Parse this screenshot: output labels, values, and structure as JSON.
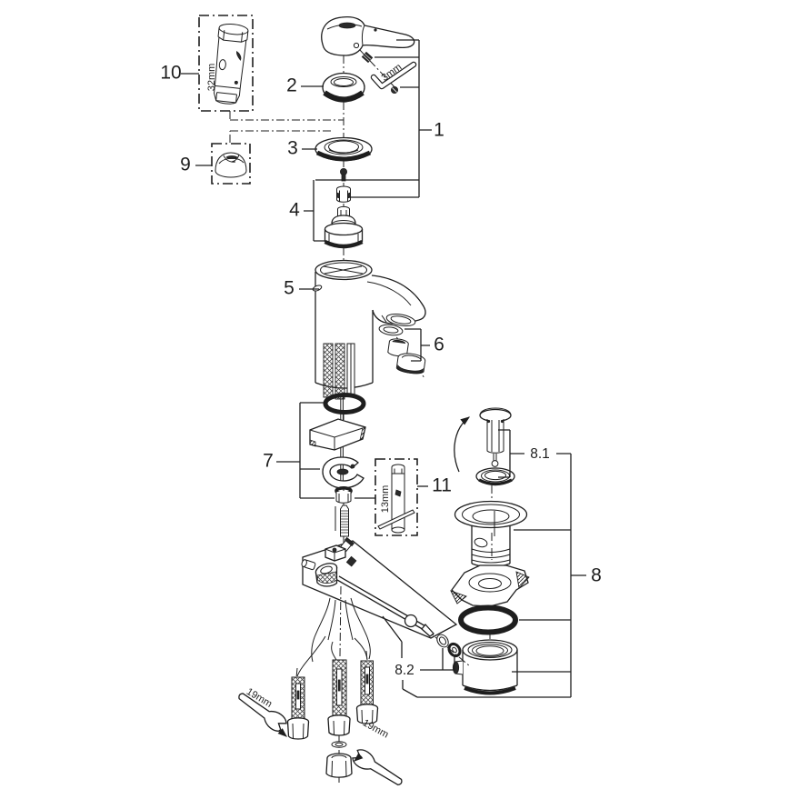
{
  "diagram": {
    "type": "exploded-parts-diagram",
    "subject": "single-lever basin mixer faucet with pop-up drain",
    "colors": {
      "line": "#1e1e1e",
      "background": "#ffffff"
    },
    "callouts": {
      "c1": "1",
      "c2": "2",
      "c3": "3",
      "c4": "4",
      "c5": "5",
      "c6": "6",
      "c7": "7",
      "c8": "8",
      "c8_1": "8.1",
      "c8_2": "8.2",
      "c9": "9",
      "c10": "10",
      "c11": "11"
    },
    "tool_sizes": {
      "hex_key": "3mm",
      "socket_tool_10": "32mm",
      "socket_tool_11": "13mm",
      "wrench_left": "19mm",
      "wrench_right": "19mm"
    }
  }
}
